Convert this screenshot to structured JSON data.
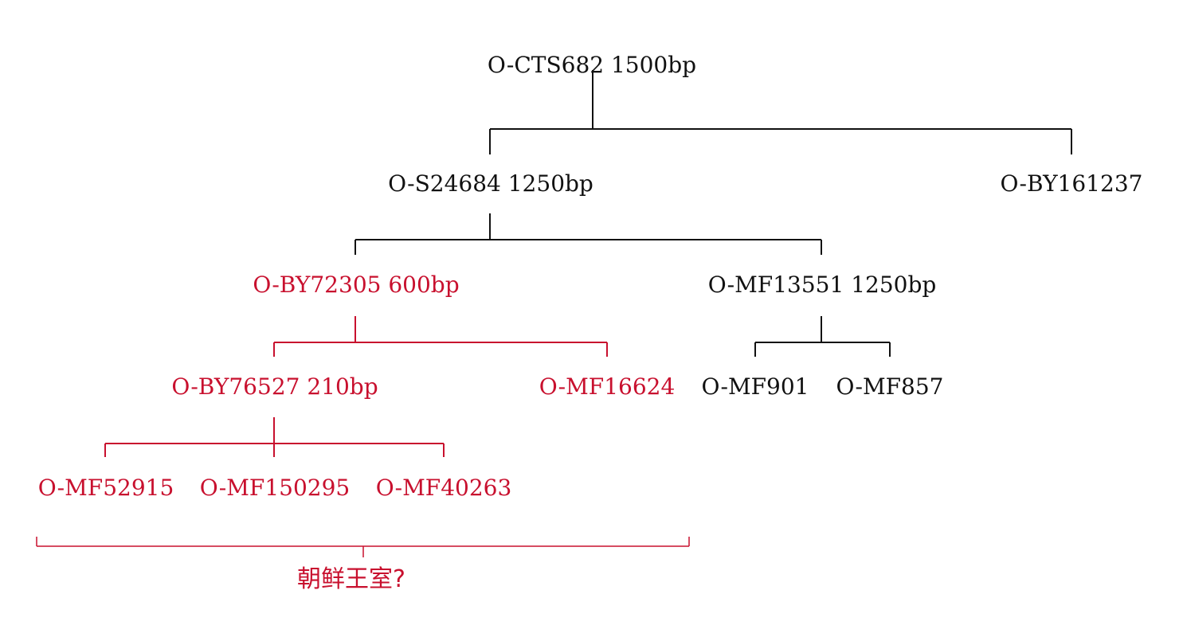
{
  "colors": {
    "main_branch": "#111111",
    "highlight_branch": "#c8102e"
  },
  "nodes": {
    "cts682": "O-CTS682 1500bp",
    "s24684": "O-S24684 1250bp",
    "by161237": "O-BY161237",
    "by72305": "O-BY72305 600bp",
    "mf13551": "O-MF13551 1250bp",
    "by76527": "O-BY76527 210bp",
    "mf16624": "O-MF16624",
    "mf901": "O-MF901",
    "mf857": "O-MF857",
    "mf52915": "O-MF52915",
    "mf150295": "O-MF150295",
    "mf40263": "O-MF40263"
  },
  "group": {
    "label": "朝鲜王室?"
  }
}
